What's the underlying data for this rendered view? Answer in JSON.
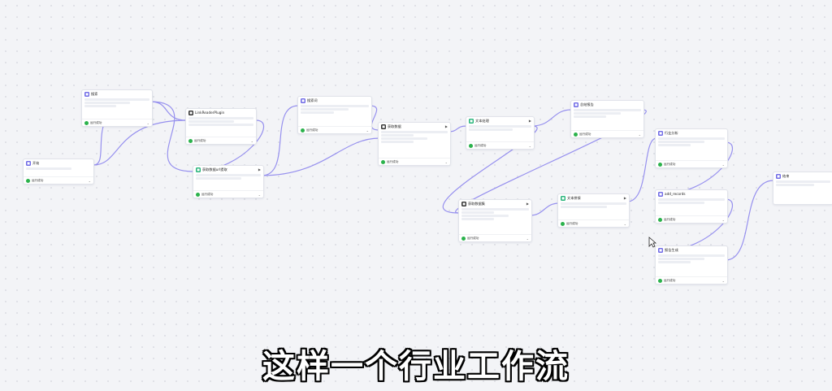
{
  "status_label": "运行成功",
  "nodes": [
    {
      "id": "start",
      "title": "开始",
      "icon": "■",
      "color": "purple"
    },
    {
      "id": "n1",
      "title": "搜索",
      "icon": "■",
      "color": "purple"
    },
    {
      "id": "n2",
      "title": "LinkReaderPlugin",
      "icon": "■",
      "color": "dark"
    },
    {
      "id": "n3",
      "title": "获取数据url提取",
      "icon": "■",
      "color": "green"
    },
    {
      "id": "n4",
      "title": "搜索词",
      "icon": "■",
      "color": "purple"
    },
    {
      "id": "n5",
      "title": "获取数据",
      "icon": "■",
      "color": "dark"
    },
    {
      "id": "n6",
      "title": "文本处理",
      "icon": "■",
      "color": "green"
    },
    {
      "id": "n7",
      "title": "获取数据集",
      "icon": "■",
      "color": "dark"
    },
    {
      "id": "n8",
      "title": "总结报告",
      "icon": "■",
      "color": "purple"
    },
    {
      "id": "n9",
      "title": "文本拼接",
      "icon": "■",
      "color": "green"
    },
    {
      "id": "n10",
      "title": "行业分析",
      "icon": "■",
      "color": "purple"
    },
    {
      "id": "n11",
      "title": "add_records",
      "icon": "■",
      "color": "purple"
    },
    {
      "id": "n12",
      "title": "报告生成",
      "icon": "■",
      "color": "purple"
    },
    {
      "id": "end",
      "title": "结束",
      "icon": "■",
      "color": "purple"
    }
  ],
  "subtitle": "这样一个行业工作流",
  "colors": {
    "accent": "#6f6ae6",
    "edge": "#8d86ee",
    "success": "#2bb24c"
  }
}
